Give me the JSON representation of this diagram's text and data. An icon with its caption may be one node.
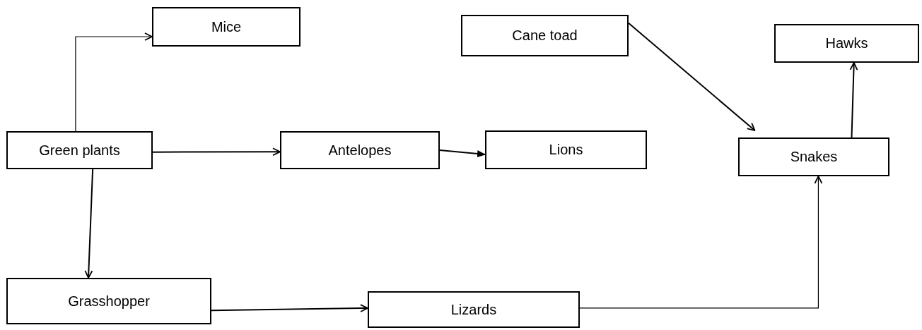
{
  "diagram": {
    "nodes": [
      {
        "text": [
          "Mice"
        ]
      },
      {
        "text": [
          "Cane toad"
        ]
      },
      {
        "text": [
          "Hawks"
        ]
      },
      {
        "text": [
          "Green plants"
        ]
      },
      {
        "text": [
          "Antelopes"
        ]
      },
      {
        "text": [
          "Lions"
        ]
      },
      {
        "text": [
          "Snakes"
        ]
      },
      {
        "text": [
          "Grasshopper"
        ]
      },
      {
        "text": [
          "Lizards"
        ]
      }
    ],
    "edges": [
      {
        "from": 3,
        "to": 0,
        "arrow": "to"
      },
      {
        "from": 3,
        "to": 4,
        "arrow": "to"
      },
      {
        "from": 4,
        "to": 5,
        "arrow": "to"
      },
      {
        "from": 3,
        "to": 7,
        "arrow": "to"
      },
      {
        "from": 1,
        "to": 6,
        "arrow": "to"
      },
      {
        "from": 6,
        "to": 2,
        "arrow": "to"
      },
      {
        "from": 7,
        "to": 8,
        "arrow": "to"
      },
      {
        "from": 8,
        "to": 6,
        "arrow": "to"
      }
    ]
  }
}
